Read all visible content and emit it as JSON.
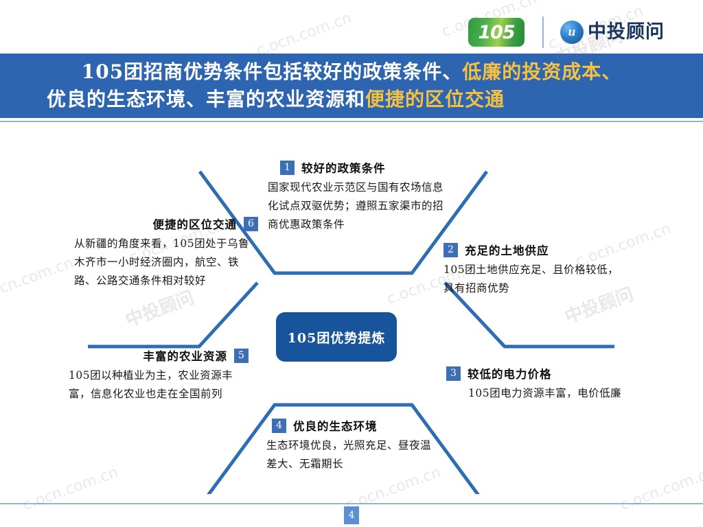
{
  "header": {
    "logo_105_text": "105",
    "logo_mark_glyph": "u",
    "logo_brand_text": "中投顾问"
  },
  "title": {
    "line1_a": "105团招商优势条件包括较好的政策条件、",
    "line1_b": "低廉的投资成本、",
    "line2_a": "优良的生态环境、丰富的农业资源和",
    "line2_b": "便捷的区位交通",
    "highlight_color": "#f4c242",
    "band_color": "#2e65b0"
  },
  "diagram": {
    "center_label": "105团优势提炼",
    "line_color": "#2e6db4",
    "badge_color": "#3c6fb5",
    "items": [
      {
        "number": "1",
        "title": "较好的政策条件",
        "body": "国家现代农业示范区与国有农场信息化试点双驱优势；遵照五家渠市的招商优惠政策条件"
      },
      {
        "number": "2",
        "title": "充足的土地供应",
        "body": "105团土地供应充足、且价格较低，具有招商优势"
      },
      {
        "number": "3",
        "title": "较低的电力价格",
        "body": "105团电力资源丰富，电价低廉"
      },
      {
        "number": "4",
        "title": "优良的生态环境",
        "body": "生态环境优良，光照充足、昼夜温差大、无霜期长"
      },
      {
        "number": "5",
        "title": "丰富的农业资源",
        "body": "105团以种植业为主，农业资源丰富，信息化农业也走在全国前列"
      },
      {
        "number": "6",
        "title": "便捷的区位交通",
        "body": "从新疆的角度来看，105团处于乌鲁木齐市一小时经济圈内，航空、铁路、公路交通条件相对较好"
      }
    ]
  },
  "footer": {
    "page_number": "4"
  },
  "watermarks": {
    "text_latin": "c.ocn.com.cn",
    "text_cn": "中投顾问"
  }
}
